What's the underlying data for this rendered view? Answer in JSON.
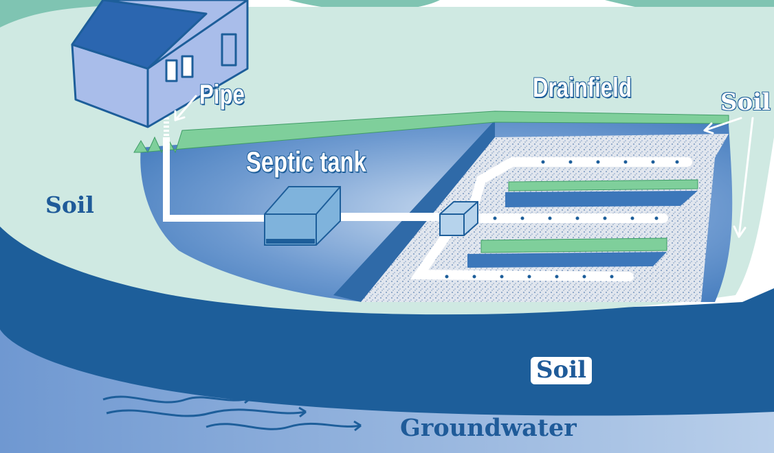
{
  "labels": {
    "pipe": "Pipe",
    "drainfield": "Drainfield",
    "septic_tank": "Septic tank",
    "soil_left": "Soil",
    "soil_right": "Soil",
    "soil_deep": "Soil",
    "groundwater": "Groundwater"
  },
  "icons": [
    "house-icon",
    "septic-tank-icon",
    "distribution-box-icon",
    "groundwater-flow-icon",
    "arrow-icon"
  ],
  "colors": {
    "surface_soil": "#cfe9e2",
    "excavation": "#4f86c4",
    "deep_soil": "#1d5e9a",
    "groundwater": "#7aa4d8",
    "gravel": "#dde3ea",
    "label_navy": "#1f5b99"
  }
}
